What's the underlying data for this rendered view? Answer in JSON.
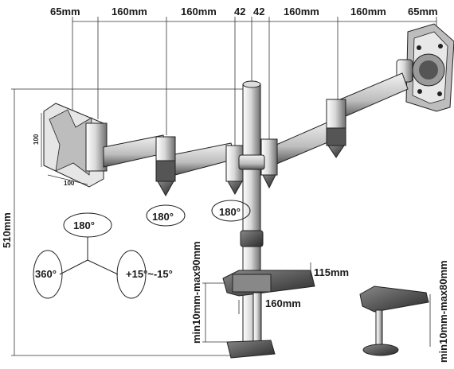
{
  "top_dimensions": {
    "d1": "65mm",
    "d2": "160mm",
    "d3": "160mm",
    "d4": "42",
    "d5": "42",
    "d6": "160mm",
    "d7": "160mm",
    "d8": "65mm"
  },
  "vesa": {
    "height": "100",
    "width": "100"
  },
  "rotation_labels": {
    "arm_left": "180°",
    "arm_center": "180°",
    "rotate": "180°",
    "swivel": "360°",
    "tilt": "+15°~-15°"
  },
  "vertical_dimensions": {
    "overall_height": "510mm",
    "clamp_range": "min10mm-max90mm",
    "grommet_range": "min10mm-max80mm"
  },
  "clamp_dimensions": {
    "depth": "115mm",
    "length": "160mm"
  }
}
